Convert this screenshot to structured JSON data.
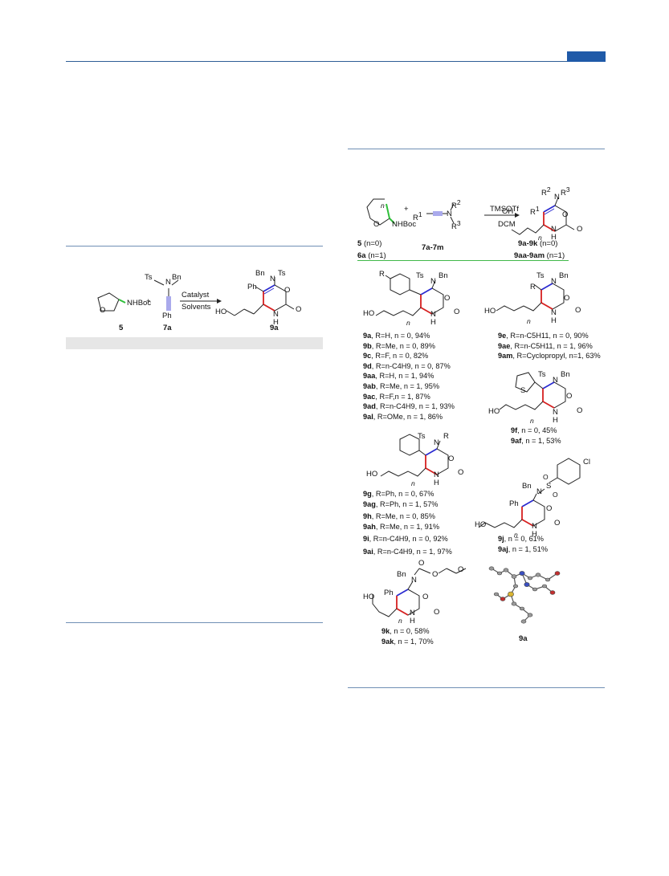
{
  "scheme_left": {
    "reactant1_label": "5",
    "reactant1_group": "NHBoc",
    "reactant2_label": "7a",
    "reactant2_ts": "Ts",
    "reactant2_bn": "Bn",
    "reactant2_n": "N",
    "reactant2_ph": "Ph",
    "plus": "+",
    "arrow_top": "Catalyst",
    "arrow_bottom": "Solvents",
    "product_label": "9a",
    "product_bn": "Bn",
    "product_n": "N",
    "product_ts": "Ts",
    "product_ph": "Ph",
    "product_o": "O",
    "product_ho": "HO",
    "product_nh": "N",
    "product_h": "H",
    "product_oxo": "O"
  },
  "scheme_right": {
    "reactant_label_5": "5",
    "reactant_label_5_note": "(n=0)",
    "reactant_label_6a": "6a",
    "reactant_label_6a_note": "(n=1)",
    "reactant_group": "NHBoc",
    "ring_o": "O",
    "ring_n": "n",
    "plus": "+",
    "alkyne_r1": "R",
    "alkyne_r1_sup": "1",
    "alkyne_n": "N",
    "alkyne_r2": "R",
    "alkyne_r2_sup": "2",
    "alkyne_r3": "R",
    "alkyne_r3_sup": "3",
    "alkyne_label": "7a-7m",
    "arrow_top": "TMSOTf",
    "arrow_bottom": "DCM",
    "product_r2": "R",
    "product_r2_sup": "2",
    "product_r3": "R",
    "product_r3_sup": "3",
    "product_n": "N",
    "product_r1": "R",
    "product_r1_sup": "1",
    "product_oh": "OH",
    "product_o": "O",
    "product_n_sub": "n",
    "product_label_a": "9a-9k",
    "product_label_a_note": "(n=0)",
    "product_label_b": "9aa-9am",
    "product_label_b_note": "(n=1)"
  },
  "panel_a": {
    "r": "R",
    "ts": "Ts",
    "n": "N",
    "bn": "Bn",
    "ho": "HO",
    "n_sub": "n",
    "o": "O",
    "nh": "N",
    "h": "H",
    "entries": [
      {
        "id": "9a",
        "text": ", R=H, n = 0,  94%"
      },
      {
        "id": "9b",
        "text": ", R=Me, n = 0, 89%"
      },
      {
        "id": "9c",
        "text": ", R=F, n = 0, 82%"
      },
      {
        "id": "9d",
        "text": ", R=n-C4H9, n = 0, 87%"
      },
      {
        "id": "9aa",
        "text": ", R=H,  n = 1, 94%"
      },
      {
        "id": "9ab",
        "text": ", R=Me, n = 1, 95%"
      },
      {
        "id": "9ac",
        "text": ", R=F,n = 1, 87%"
      },
      {
        "id": "9ad",
        "text": ", R=n-C4H9, n = 1, 93%"
      },
      {
        "id": "9al",
        "text": ", R=OMe, n = 1, 86%"
      }
    ]
  },
  "panel_b": {
    "r": "R",
    "ts": "Ts",
    "n": "N",
    "bn": "Bn",
    "ho": "HO",
    "n_sub": "n",
    "entries": [
      {
        "id": "9e",
        "text": ", R=n-C5H11, n = 0, 90%"
      },
      {
        "id": "9ae",
        "text": ", R=n-C5H11, n = 1, 96%"
      },
      {
        "id": "9am",
        "text": ", R=Cyclopropyl, n=1, 63%"
      }
    ]
  },
  "panel_c": {
    "s": "S",
    "ts": "Ts",
    "n": "N",
    "bn": "Bn",
    "ho": "HO",
    "n_sub": "n",
    "entries": [
      {
        "id": "9f",
        "text": ", n = 0, 45%"
      },
      {
        "id": "9af",
        "text": ", n = 1, 53%"
      }
    ]
  },
  "panel_d": {
    "ts": "Ts",
    "n": "N",
    "r": "R",
    "ho": "HO",
    "n_sub": "n",
    "entries": [
      {
        "id": "9g",
        "text": ", R=Ph, n = 0,  67%"
      },
      {
        "id": "9ag",
        "text": ", R=Ph, n = 1, 57%"
      },
      {
        "id": "9h",
        "text": ", R=Me, n = 0,  85%"
      },
      {
        "id": "9ah",
        "text": ", R=Me, n = 1, 91%"
      },
      {
        "id": "9i",
        "text": ", R=n-C4H9, n = 0,  92%"
      },
      {
        "id": "9ai",
        "text": ", R=n-C4H9, n = 1, 97%"
      }
    ]
  },
  "panel_e": {
    "cl": "Cl",
    "bn": "Bn",
    "n": "N",
    "s": "S",
    "ph": "Ph",
    "ho": "HO",
    "n_sub": "n",
    "entries": [
      {
        "id": "9j",
        "text": ", n = 0, 61%"
      },
      {
        "id": "9aj",
        "text": ", n = 1, 51%"
      }
    ]
  },
  "panel_f": {
    "bn": "Bn",
    "n": "N",
    "ph": "Ph",
    "ho": "HO",
    "n_sub": "n",
    "entries": [
      {
        "id": "9k",
        "text": ", n = 0, 58%"
      },
      {
        "id": "9ak",
        "text": ", n = 1, 70%"
      }
    ]
  },
  "crystal": {
    "label": "9a"
  },
  "colors": {
    "header_blue": "#1f5aa8",
    "rule_blue": "#6f8fb5",
    "green_bond": "#2fbf3a",
    "red_bond": "#d62020",
    "blue_bond": "#2a2ad0",
    "gray_band": "#e6e6e6"
  }
}
